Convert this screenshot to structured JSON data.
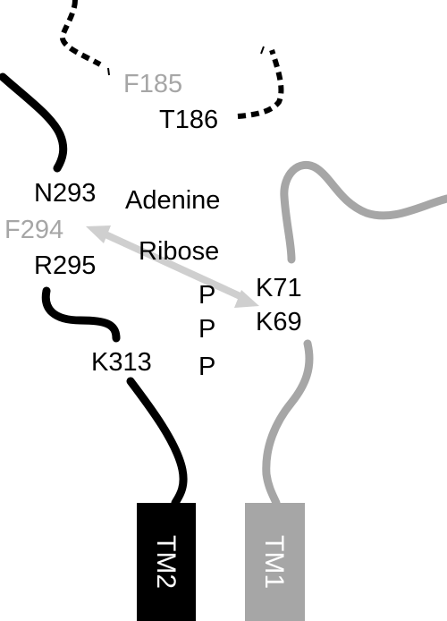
{
  "colors": {
    "black": "#000000",
    "grey": "#a6a6a6",
    "light_grey": "#cfcfcf",
    "background": "#ffffff"
  },
  "labels": {
    "f185": "F185",
    "t186": "T186",
    "n293": "N293",
    "f294": "F294",
    "r295": "R295",
    "k313": "K313",
    "adenine": "Adenine",
    "ribose": "Ribose",
    "p1": "P",
    "p2": "P",
    "p3": "P",
    "k71": "K71",
    "k69": "K69"
  },
  "tm": {
    "tm2": "TM2",
    "tm1": "TM1"
  }
}
